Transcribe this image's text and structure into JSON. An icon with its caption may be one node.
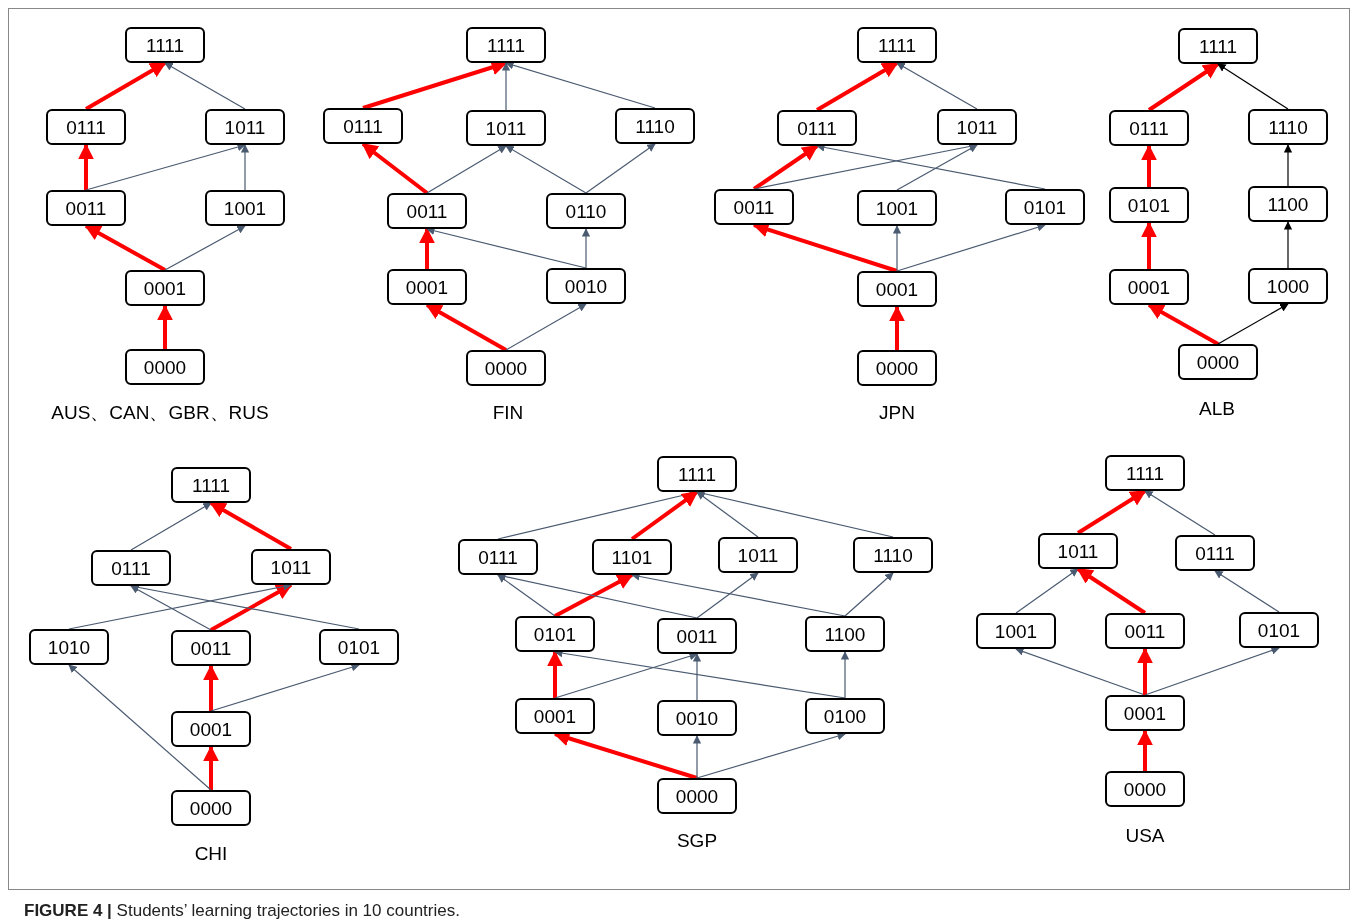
{
  "diagram": {
    "caption": "**FIGURE 4 |** Students’ learning trajectories in 10 countries.",
    "nodes": [
      {
        "text": [
          "1111"
        ]
      },
      {
        "text": [
          "0111"
        ]
      },
      {
        "text": [
          "1011"
        ]
      },
      {
        "text": [
          "0011"
        ]
      },
      {
        "text": [
          "1001"
        ]
      },
      {
        "text": [
          "0001"
        ]
      },
      {
        "text": [
          "0000"
        ]
      },
      {
        "text": [
          "1111"
        ]
      },
      {
        "text": [
          "0111"
        ]
      },
      {
        "text": [
          "1011"
        ]
      },
      {
        "text": [
          "1110"
        ]
      },
      {
        "text": [
          "0011"
        ]
      },
      {
        "text": [
          "0110"
        ]
      },
      {
        "text": [
          "0001"
        ]
      },
      {
        "text": [
          "0010"
        ]
      },
      {
        "text": [
          "0000"
        ]
      },
      {
        "text": [
          "1111"
        ]
      },
      {
        "text": [
          "0111"
        ]
      },
      {
        "text": [
          "1011"
        ]
      },
      {
        "text": [
          "0011"
        ]
      },
      {
        "text": [
          "1001"
        ]
      },
      {
        "text": [
          "0101"
        ]
      },
      {
        "text": [
          "0001"
        ]
      },
      {
        "text": [
          "0000"
        ]
      },
      {
        "text": [
          "1111"
        ]
      },
      {
        "text": [
          "0111"
        ]
      },
      {
        "text": [
          "1110"
        ]
      },
      {
        "text": [
          "0101"
        ]
      },
      {
        "text": [
          "1100"
        ]
      },
      {
        "text": [
          "0001"
        ]
      },
      {
        "text": [
          "1000"
        ]
      },
      {
        "text": [
          "0000"
        ]
      },
      {
        "text": [
          "1111"
        ]
      },
      {
        "text": [
          "0111"
        ]
      },
      {
        "text": [
          "1011"
        ]
      },
      {
        "text": [
          "1010"
        ]
      },
      {
        "text": [
          "0011"
        ]
      },
      {
        "text": [
          "0101"
        ]
      },
      {
        "text": [
          "0001"
        ]
      },
      {
        "text": [
          "0000"
        ]
      },
      {
        "text": [
          "1111"
        ]
      },
      {
        "text": [
          "0111"
        ]
      },
      {
        "text": [
          "1101"
        ]
      },
      {
        "text": [
          "1011"
        ]
      },
      {
        "text": [
          "1110"
        ]
      },
      {
        "text": [
          "0101"
        ]
      },
      {
        "text": [
          "0011"
        ]
      },
      {
        "text": [
          "1100"
        ]
      },
      {
        "text": [
          "0001"
        ]
      },
      {
        "text": [
          "0010"
        ]
      },
      {
        "text": [
          "0100"
        ]
      },
      {
        "text": [
          "0000"
        ]
      },
      {
        "text": [
          "1111"
        ]
      },
      {
        "text": [
          "1011"
        ]
      },
      {
        "text": [
          "0111"
        ]
      },
      {
        "text": [
          "1001"
        ]
      },
      {
        "text": [
          "0011"
        ]
      },
      {
        "text": [
          "0101"
        ]
      },
      {
        "text": [
          "0001"
        ]
      },
      {
        "text": [
          "0000"
        ]
      }
    ],
    "edges": [
      {
        "from": 6,
        "to": 5,
        "arrow": "to",
        "style": "thick",
        "color": "#ff0000"
      },
      {
        "from": 5,
        "to": 3,
        "arrow": "to",
        "style": "thick",
        "color": "#ff0000"
      },
      {
        "from": 5,
        "to": 4,
        "arrow": "to"
      },
      {
        "from": 3,
        "to": 1,
        "arrow": "to",
        "style": "thick",
        "color": "#ff0000"
      },
      {
        "from": 3,
        "to": 2,
        "arrow": "to"
      },
      {
        "from": 4,
        "to": 2,
        "arrow": "to"
      },
      {
        "from": 1,
        "to": 0,
        "arrow": "to",
        "style": "thick",
        "color": "#ff0000"
      },
      {
        "from": 2,
        "to": 0,
        "arrow": "to"
      },
      {
        "from": 15,
        "to": 13,
        "arrow": "to",
        "style": "thick",
        "color": "#ff0000"
      },
      {
        "from": 15,
        "to": 14,
        "arrow": "to"
      },
      {
        "from": 13,
        "to": 11,
        "arrow": "to",
        "style": "thick",
        "color": "#ff0000"
      },
      {
        "from": 14,
        "to": 11,
        "arrow": "to"
      },
      {
        "from": 14,
        "to": 12,
        "arrow": "to"
      },
      {
        "from": 11,
        "to": 8,
        "arrow": "to",
        "style": "thick",
        "color": "#ff0000"
      },
      {
        "from": 11,
        "to": 9,
        "arrow": "to"
      },
      {
        "from": 12,
        "to": 9,
        "arrow": "to"
      },
      {
        "from": 12,
        "to": 10,
        "arrow": "to"
      },
      {
        "from": 8,
        "to": 7,
        "arrow": "to",
        "style": "thick",
        "color": "#ff0000"
      },
      {
        "from": 9,
        "to": 7,
        "arrow": "to"
      },
      {
        "from": 10,
        "to": 7,
        "arrow": "to"
      },
      {
        "from": 23,
        "to": 22,
        "arrow": "to",
        "style": "thick",
        "color": "#ff0000"
      },
      {
        "from": 22,
        "to": 19,
        "arrow": "to",
        "style": "thick",
        "color": "#ff0000"
      },
      {
        "from": 22,
        "to": 20,
        "arrow": "to"
      },
      {
        "from": 22,
        "to": 21,
        "arrow": "to"
      },
      {
        "from": 19,
        "to": 17,
        "arrow": "to",
        "style": "thick",
        "color": "#ff0000"
      },
      {
        "from": 19,
        "to": 18,
        "arrow": "to"
      },
      {
        "from": 20,
        "to": 18,
        "arrow": "to"
      },
      {
        "from": 21,
        "to": 17,
        "arrow": "to"
      },
      {
        "from": 17,
        "to": 16,
        "arrow": "to",
        "style": "thick",
        "color": "#ff0000"
      },
      {
        "from": 18,
        "to": 16,
        "arrow": "to"
      },
      {
        "from": 31,
        "to": 29,
        "arrow": "to",
        "style": "thick",
        "color": "#ff0000"
      },
      {
        "from": 31,
        "to": 30,
        "arrow": "to",
        "color": "#000000"
      },
      {
        "from": 29,
        "to": 27,
        "arrow": "to",
        "style": "thick",
        "color": "#ff0000"
      },
      {
        "from": 27,
        "to": 25,
        "arrow": "to",
        "style": "thick",
        "color": "#ff0000"
      },
      {
        "from": 30,
        "to": 28,
        "arrow": "to",
        "color": "#000000"
      },
      {
        "from": 28,
        "to": 26,
        "arrow": "to",
        "color": "#000000"
      },
      {
        "from": 25,
        "to": 24,
        "arrow": "to",
        "style": "thick",
        "color": "#ff0000"
      },
      {
        "from": 26,
        "to": 24,
        "arrow": "to",
        "color": "#000000"
      },
      {
        "from": 39,
        "to": 38,
        "arrow": "to",
        "style": "thick",
        "color": "#ff0000"
      },
      {
        "from": 39,
        "to": 35,
        "arrow": "to"
      },
      {
        "from": 38,
        "to": 36,
        "arrow": "to",
        "style": "thick",
        "color": "#ff0000"
      },
      {
        "from": 38,
        "to": 37,
        "arrow": "to"
      },
      {
        "from": 36,
        "to": 33,
        "arrow": "to"
      },
      {
        "from": 36,
        "to": 34,
        "arrow": "to",
        "style": "thick",
        "color": "#ff0000"
      },
      {
        "from": 35,
        "to": 34,
        "arrow": "to"
      },
      {
        "from": 37,
        "to": 33,
        "arrow": "to"
      },
      {
        "from": 33,
        "to": 32,
        "arrow": "to"
      },
      {
        "from": 34,
        "to": 32,
        "arrow": "to",
        "style": "thick",
        "color": "#ff0000"
      },
      {
        "from": 51,
        "to": 48,
        "arrow": "to",
        "style": "thick",
        "color": "#ff0000"
      },
      {
        "from": 51,
        "to": 49,
        "arrow": "to"
      },
      {
        "from": 51,
        "to": 50,
        "arrow": "to"
      },
      {
        "from": 48,
        "to": 45,
        "arrow": "to",
        "style": "thick",
        "color": "#ff0000"
      },
      {
        "from": 48,
        "to": 46,
        "arrow": "to"
      },
      {
        "from": 49,
        "to": 46,
        "arrow": "to"
      },
      {
        "from": 50,
        "to": 45,
        "arrow": "to"
      },
      {
        "from": 50,
        "to": 47,
        "arrow": "to"
      },
      {
        "from": 45,
        "to": 41,
        "arrow": "to"
      },
      {
        "from": 45,
        "to": 42,
        "arrow": "to",
        "style": "thick",
        "color": "#ff0000"
      },
      {
        "from": 46,
        "to": 41,
        "arrow": "to"
      },
      {
        "from": 46,
        "to": 43,
        "arrow": "to"
      },
      {
        "from": 47,
        "to": 42,
        "arrow": "to"
      },
      {
        "from": 47,
        "to": 44,
        "arrow": "to"
      },
      {
        "from": 41,
        "to": 40,
        "arrow": "to"
      },
      {
        "from": 42,
        "to": 40,
        "arrow": "to",
        "style": "thick",
        "color": "#ff0000"
      },
      {
        "from": 43,
        "to": 40,
        "arrow": "to"
      },
      {
        "from": 44,
        "to": 40,
        "arrow": "to"
      },
      {
        "from": 59,
        "to": 58,
        "arrow": "to",
        "style": "thick",
        "color": "#ff0000"
      },
      {
        "from": 58,
        "to": 55,
        "arrow": "to"
      },
      {
        "from": 58,
        "to": 56,
        "arrow": "to",
        "style": "thick",
        "color": "#ff0000"
      },
      {
        "from": 58,
        "to": 57,
        "arrow": "to"
      },
      {
        "from": 55,
        "to": 53,
        "arrow": "to"
      },
      {
        "from": 56,
        "to": 53,
        "arrow": "to",
        "style": "thick",
        "color": "#ff0000"
      },
      {
        "from": 57,
        "to": 54,
        "arrow": "to"
      },
      {
        "from": 53,
        "to": 52,
        "arrow": "to",
        "style": "thick",
        "color": "#ff0000"
      },
      {
        "from": 54,
        "to": 52,
        "arrow": "to"
      }
    ],
    "labels": [
      "AUS、CAN、GBR、RUS",
      "FIN",
      "JPN",
      "ALB",
      "CHI",
      "SGP",
      "USA"
    ]
  }
}
